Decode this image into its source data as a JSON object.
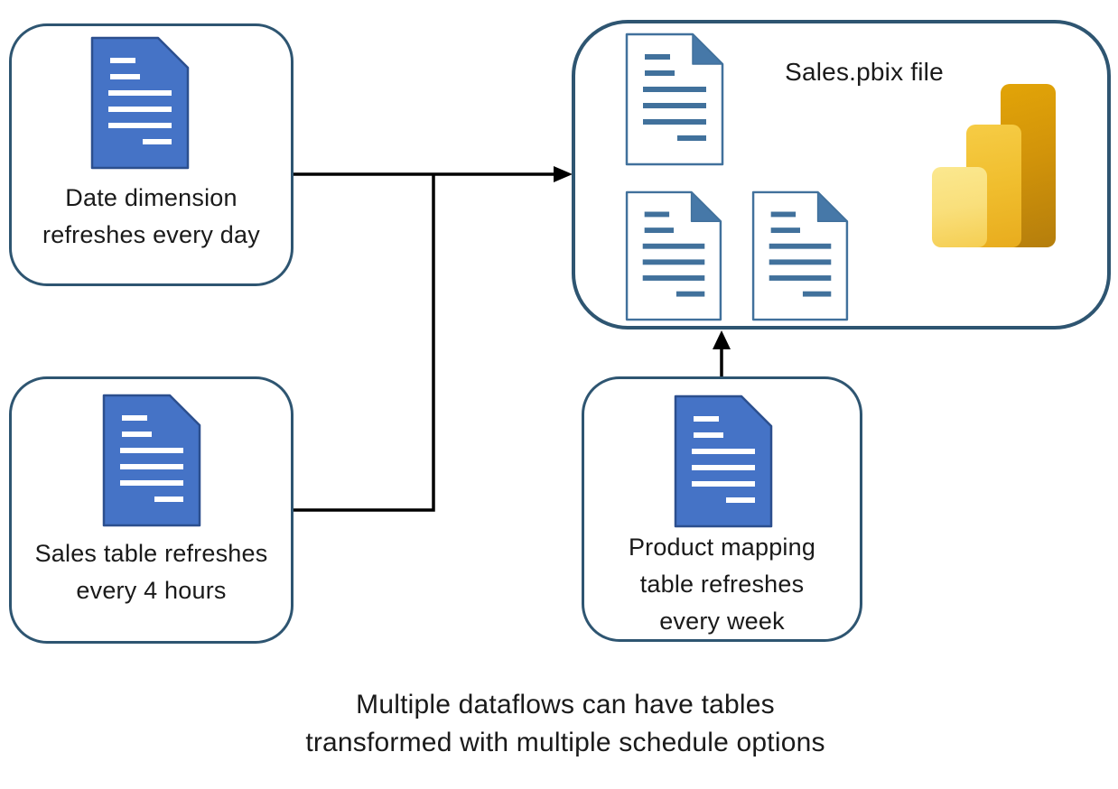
{
  "diagram": {
    "boxes": {
      "date_dimension": {
        "line1": "Date dimension",
        "line2": "refreshes every day"
      },
      "sales_table": {
        "line1": "Sales table refreshes",
        "line2": "every 4 hours"
      },
      "product_mapping": {
        "line1": "Product mapping",
        "line2": "table refreshes",
        "line3": "every week"
      },
      "pbix": {
        "title": "Sales.pbix file"
      }
    },
    "caption": {
      "line1": "Multiple dataflows can have tables",
      "line2": "transformed with multiple schedule options"
    },
    "icons": {
      "dataflow_document": "document-icon",
      "pbix_document": "document-outline-icon",
      "power_bi_logo": "power-bi-logo-icon",
      "merged_right_arrow": "merged-right-arrow-icon",
      "up_arrow": "up-arrow-icon"
    },
    "colors": {
      "box_border": "#2E5571",
      "document_blue_fill": "#4573C6",
      "document_blue_stroke": "#2C4F8E",
      "document_outline_blue": "#41719C",
      "document_flap_blue": "#4678A8",
      "arrow_black": "#000000",
      "powerbi_dark_gold": "#C8900A",
      "powerbi_gold": "#F0BE2E",
      "powerbi_light_yellow": "#F9DF7B",
      "text_black": "#1A1A1A"
    }
  }
}
